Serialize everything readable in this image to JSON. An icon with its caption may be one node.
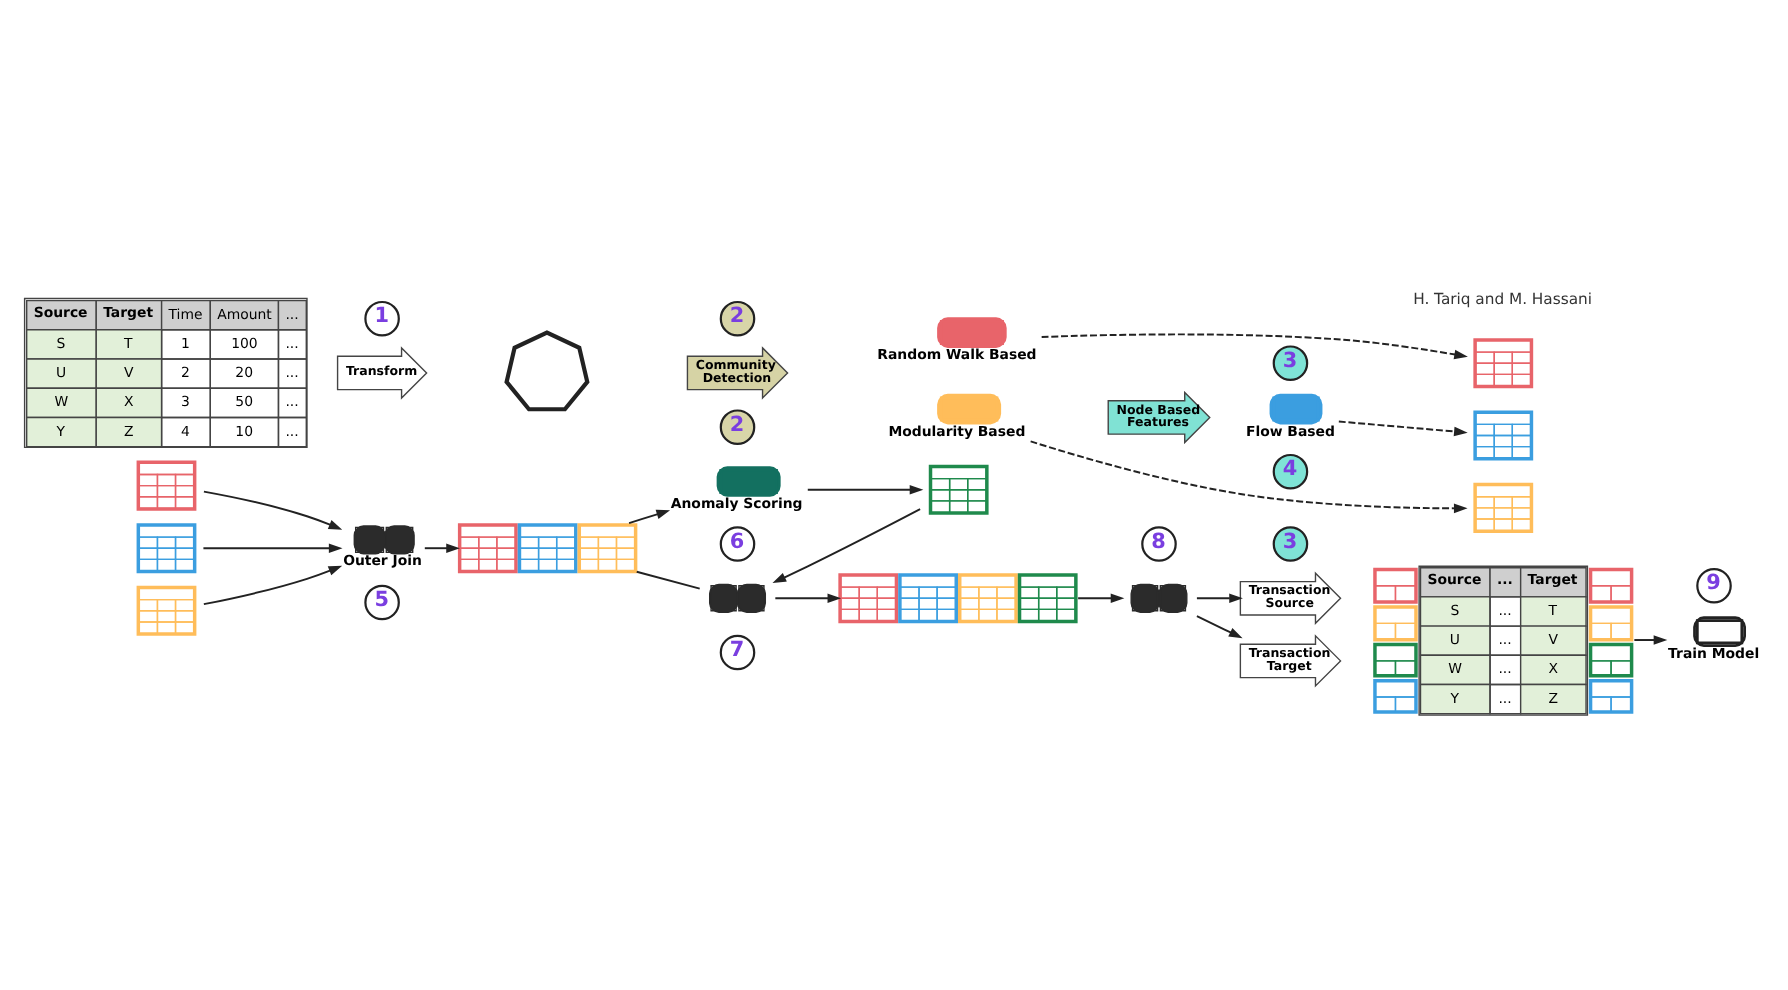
{
  "diagram": {
    "nodes": [
      {
        "text": [
          "Source",
          "Target",
          "Time",
          "Amount",
          "...",
          "S",
          "T",
          "1",
          "100",
          "...",
          "U",
          "V",
          "2",
          "20",
          "...",
          "W",
          "X",
          "3",
          "50",
          "...",
          "Y",
          "Z",
          "4",
          "10",
          "..."
        ]
      },
      {
        "text": [
          "1"
        ]
      },
      {
        "text": [
          "Transform"
        ]
      },
      {
        "text": [],
        "shape": "picture"
      },
      {
        "text": [
          "Community Detection"
        ]
      },
      {
        "text": [
          "2"
        ]
      },
      {
        "text": [
          "Random Walk Based"
        ]
      },
      {
        "text": [
          "3"
        ]
      },
      {
        "text": [],
        "shape": "table"
      },
      {
        "text": [
          "Node Based Features"
        ]
      },
      {
        "text": [
          "Flow Based"
        ]
      },
      {
        "text": [
          "4"
        ]
      },
      {
        "text": [],
        "shape": "table"
      },
      {
        "text": [
          "2"
        ]
      },
      {
        "text": [
          "Modularity Based"
        ]
      },
      {
        "text": [
          "3"
        ]
      },
      {
        "text": [],
        "shape": "table"
      },
      {
        "text": [],
        "shape": "table"
      },
      {
        "text": [],
        "shape": "table"
      },
      {
        "text": [],
        "shape": "table"
      },
      {
        "text": [
          "Outer Join"
        ]
      },
      {
        "text": [
          "5"
        ]
      },
      {
        "text": [],
        "shape": "table"
      },
      {
        "text": [
          "Anomaly Scoring"
        ]
      },
      {
        "text": [
          "6"
        ]
      },
      {
        "text": [],
        "shape": "table"
      },
      {
        "text": [],
        "shape": "picture"
      },
      {
        "text": [
          "7"
        ]
      },
      {
        "text": [],
        "shape": "table"
      },
      {
        "text": [
          "8"
        ]
      },
      {
        "text": [],
        "shape": "picture"
      },
      {
        "text": [
          "Transaction Source"
        ]
      },
      {
        "text": [
          "Transaction Target"
        ]
      },
      {
        "text": [
          "Source",
          "...",
          "Target",
          "S",
          "...",
          "T",
          "U",
          "...",
          "V",
          "W",
          "...",
          "X",
          "Y",
          "...",
          "Z"
        ]
      },
      {
        "text": [
          "Train Model"
        ]
      },
      {
        "text": [
          "9"
        ]
      }
    ],
    "edges": [
      {
        "from": 6,
        "to": 8,
        "arrow": "to",
        "style": "dashed"
      },
      {
        "from": 10,
        "to": 12,
        "arrow": "to",
        "style": "dashed"
      },
      {
        "from": 14,
        "to": 16,
        "arrow": "to",
        "style": "dashed"
      },
      {
        "from": 17,
        "to": 20,
        "arrow": "to"
      },
      {
        "from": 18,
        "to": 20,
        "arrow": "to"
      },
      {
        "from": 19,
        "to": 20,
        "arrow": "to"
      },
      {
        "from": 20,
        "to": 22,
        "arrow": "to"
      },
      {
        "from": 22,
        "to": 23,
        "arrow": "to"
      },
      {
        "from": 23,
        "to": 25,
        "arrow": "to"
      },
      {
        "from": 22,
        "to": 26,
        "arrow": "none"
      },
      {
        "from": 25,
        "to": 26,
        "arrow": "to"
      },
      {
        "from": 26,
        "to": 28,
        "arrow": "to"
      },
      {
        "from": 28,
        "to": 30,
        "arrow": "to"
      },
      {
        "from": 30,
        "to": 31,
        "arrow": "to"
      },
      {
        "from": 30,
        "to": 32,
        "arrow": "to"
      },
      {
        "from": 33,
        "to": 34,
        "arrow": "to"
      }
    ],
    "labels": [
      "H. Tariq and M. Hassani"
    ]
  }
}
